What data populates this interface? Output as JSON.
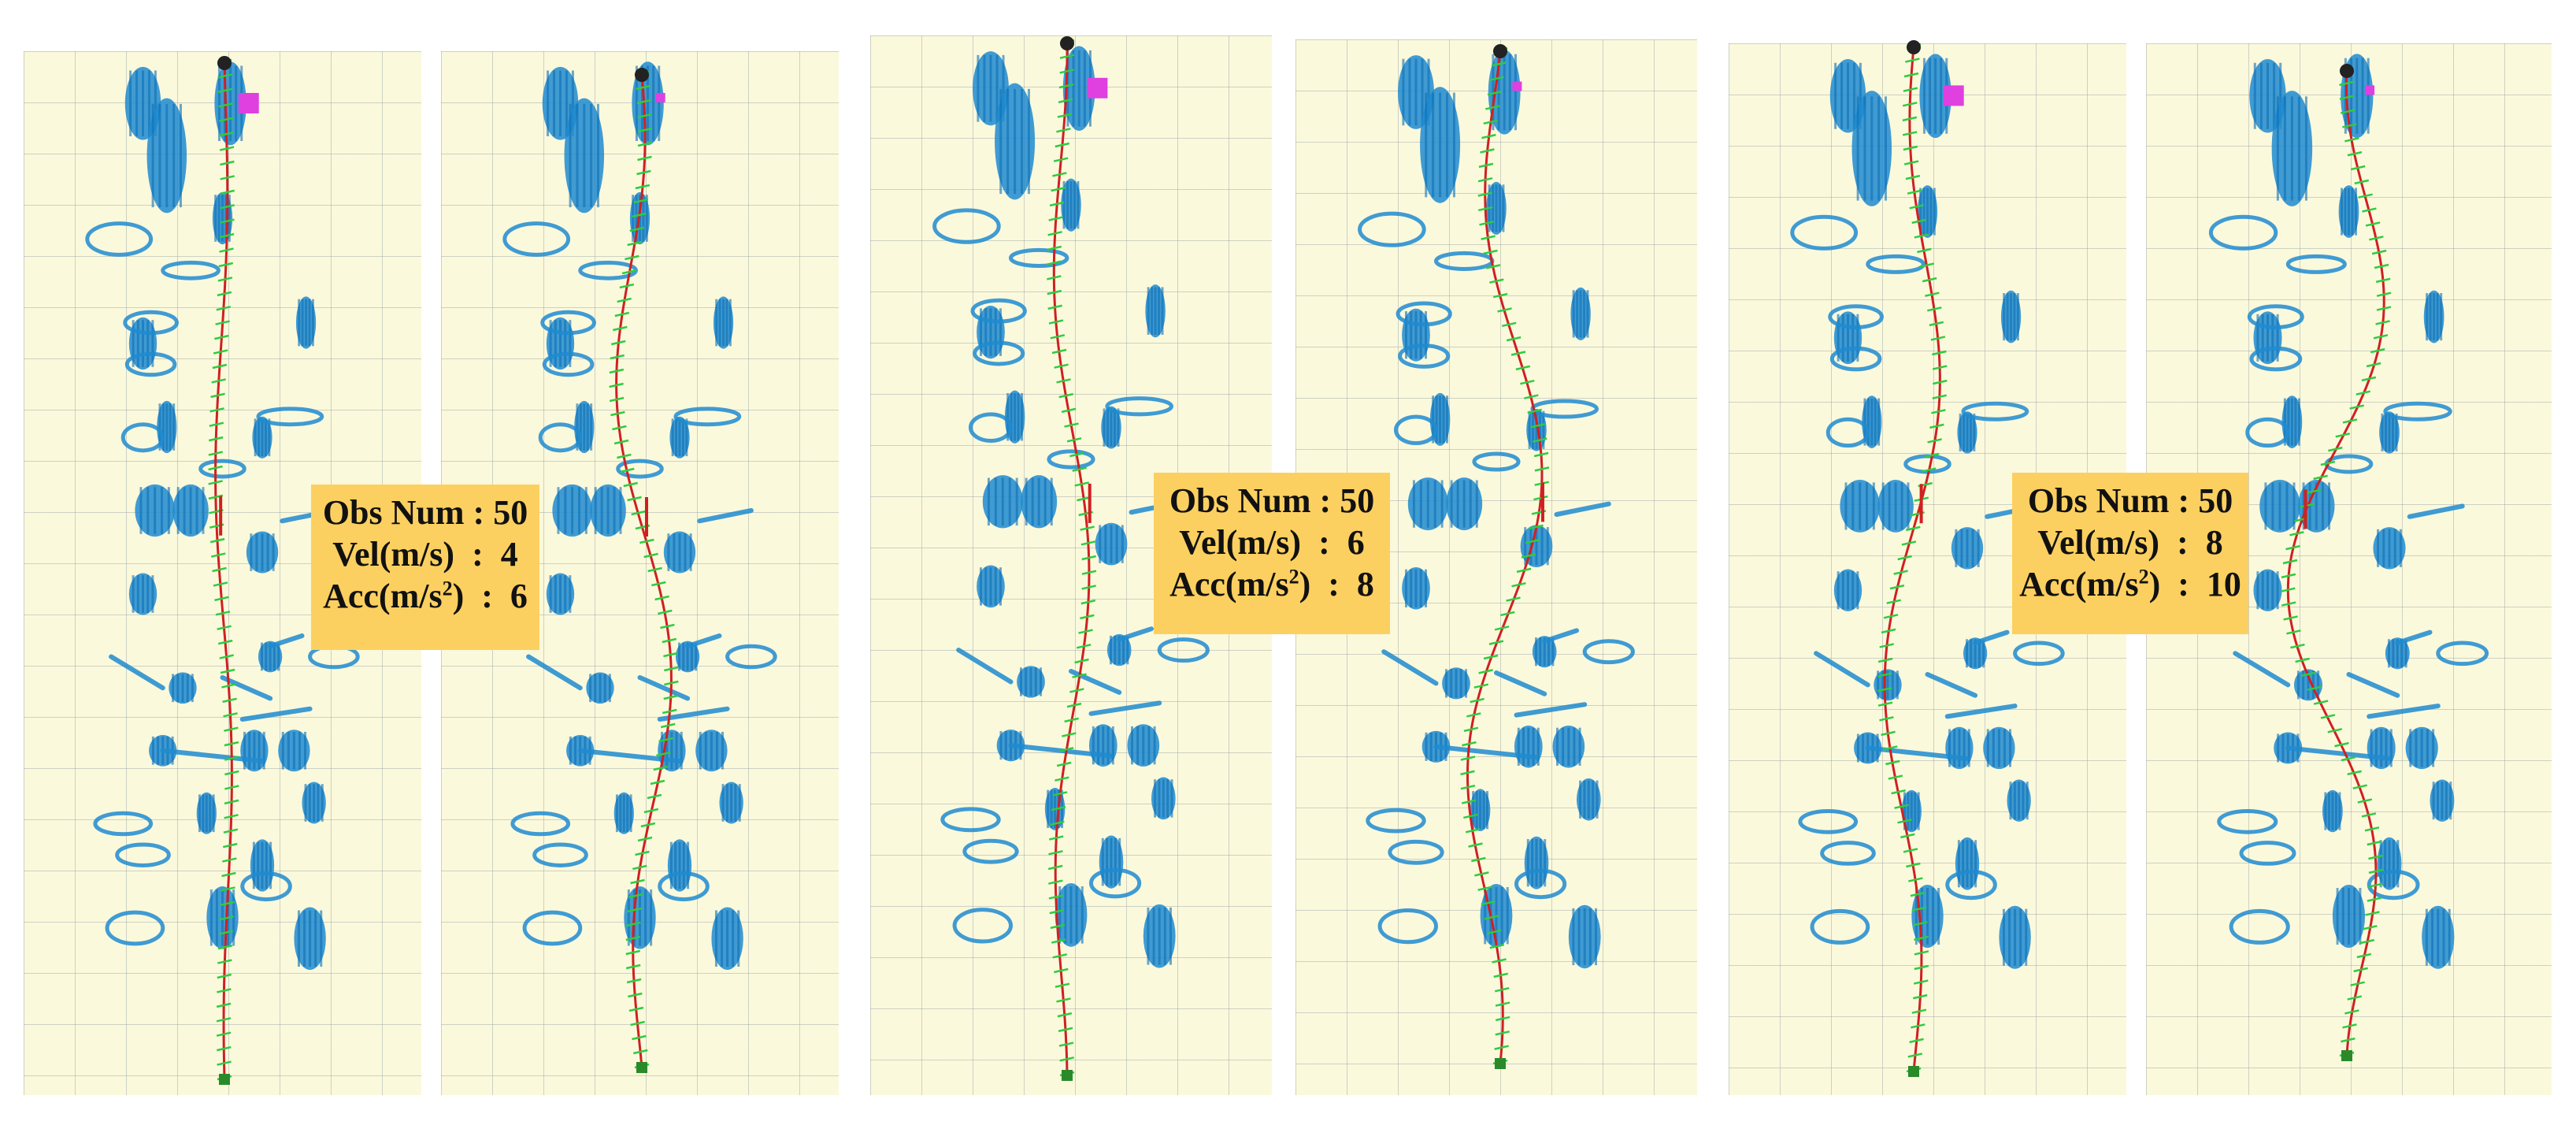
{
  "panels": [
    {
      "id": "4-6-a",
      "obstacles": "scene-a"
    },
    {
      "id": "4-6-b",
      "obstacles": "scene-a"
    },
    {
      "id": "6-8-a",
      "obstacles": "scene-a"
    },
    {
      "id": "6-8-b",
      "obstacles": "scene-a"
    },
    {
      "id": "8-10-a",
      "obstacles": "scene-a"
    },
    {
      "id": "8-10-b",
      "obstacles": "scene-a"
    }
  ],
  "labels": [
    {
      "obs_label": "Obs Num",
      "obs_value": "50",
      "vel_label": "Vel(m/s)",
      "vel_value": "4",
      "acc_label_prefix": "Acc(m/s",
      "acc_label_sup": "2",
      "acc_label_suffix": ")",
      "acc_value": "6"
    },
    {
      "obs_label": "Obs Num",
      "obs_value": "50",
      "vel_label": "Vel(m/s)",
      "vel_value": "6",
      "acc_label_prefix": "Acc(m/s",
      "acc_label_sup": "2",
      "acc_label_suffix": ")",
      "acc_value": "8"
    },
    {
      "obs_label": "Obs Num",
      "obs_value": "50",
      "vel_label": "Vel(m/s)",
      "vel_value": "8",
      "acc_label_prefix": "Acc(m/s",
      "acc_label_sup": "2",
      "acc_label_suffix": ")",
      "acc_value": "10"
    }
  ],
  "colors": {
    "panel_bg": "#fbf9dc",
    "grid": "#a0a8ad",
    "obstacle": "#1f8bd0",
    "obstacle_dark": "#0d6fb5",
    "trajectory": "#d02020",
    "trajectory_ticks": "#2ecc40",
    "goal": "#e040e0",
    "label_bg": "#fcd060"
  }
}
